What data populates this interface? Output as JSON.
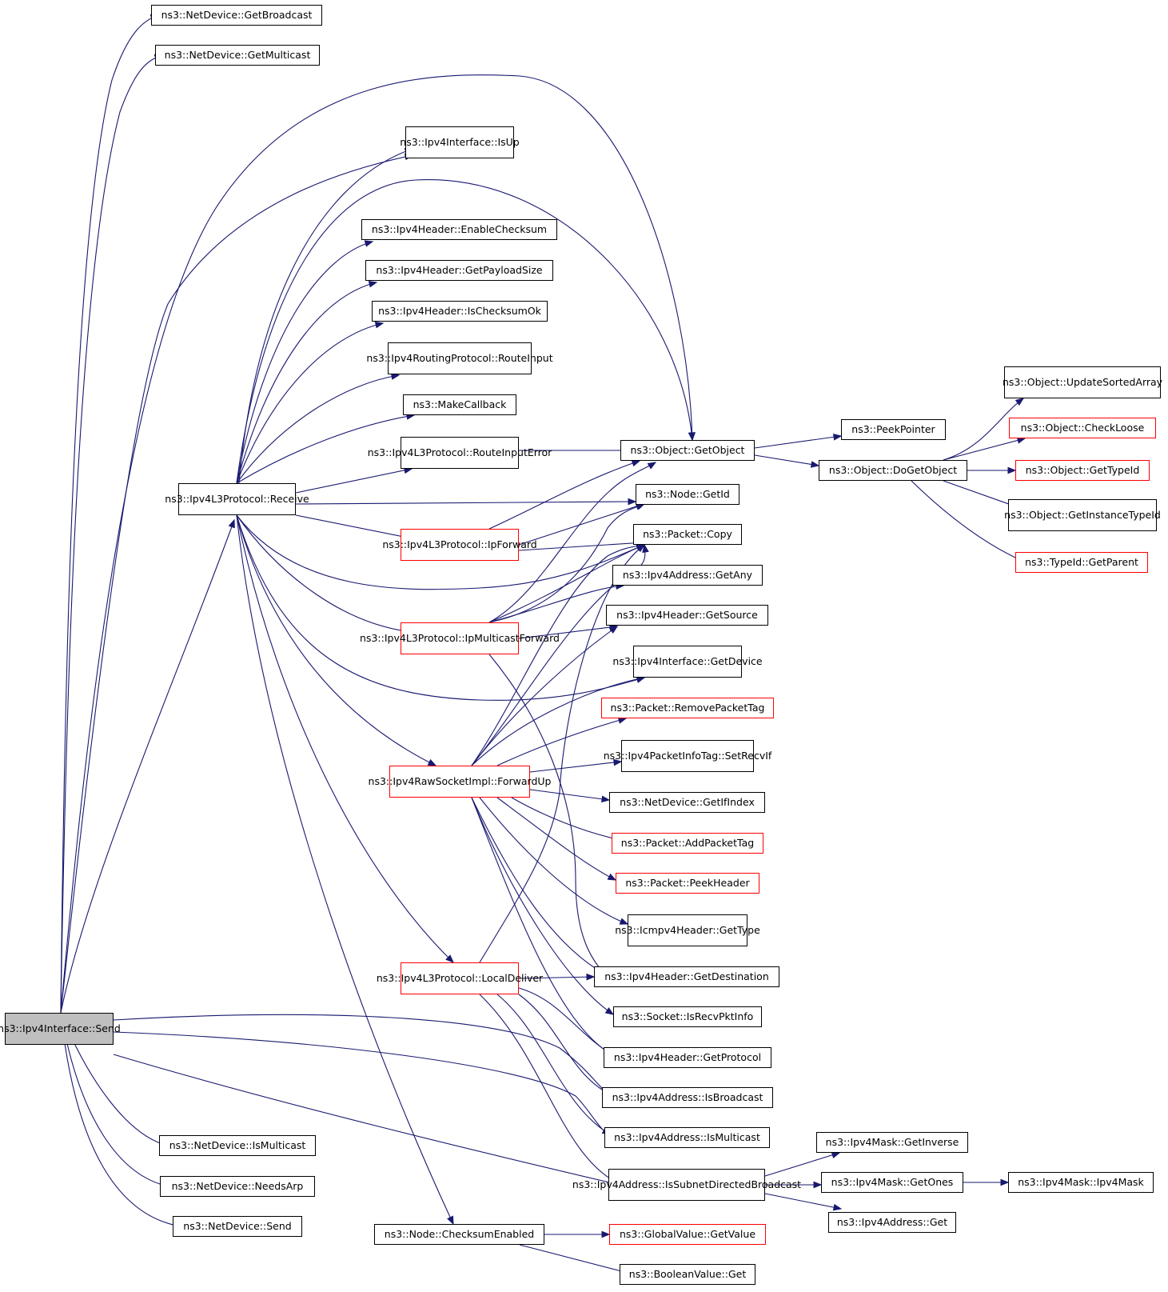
{
  "colors": {
    "edge": "#191970",
    "node_border": "#000000",
    "incomplete_border": "#ff0000",
    "root_fill": "#bfbfbf"
  },
  "nodes": {
    "root": {
      "lines": [
        "ns3::Ipv4Interface",
        "::Send"
      ]
    },
    "nd_getbroadcast": {
      "lines": [
        "ns3::NetDevice::GetBroadcast"
      ]
    },
    "nd_getmulticast": {
      "lines": [
        "ns3::NetDevice::GetMulticast"
      ]
    },
    "iface_isup": {
      "lines": [
        "ns3::Ipv4Interface",
        "::IsUp"
      ]
    },
    "hdr_enablechecksum": {
      "lines": [
        "ns3::Ipv4Header::EnableChecksum"
      ]
    },
    "hdr_getpayloadsize": {
      "lines": [
        "ns3::Ipv4Header::GetPayloadSize"
      ]
    },
    "hdr_ischecksumok": {
      "lines": [
        "ns3::Ipv4Header::IsChecksumOk"
      ]
    },
    "rp_routeinput": {
      "lines": [
        "ns3::Ipv4RoutingProtocol",
        "::RouteInput"
      ]
    },
    "makecallback": {
      "lines": [
        "ns3::MakeCallback"
      ]
    },
    "l3_routeinputerror": {
      "lines": [
        "ns3::Ipv4L3Protocol",
        "::RouteInputError"
      ]
    },
    "l3_receive": {
      "lines": [
        "ns3::Ipv4L3Protocol",
        "::Receive"
      ]
    },
    "l3_ipforward": {
      "lines": [
        "ns3::Ipv4L3Protocol",
        "::IpForward"
      ]
    },
    "l3_ipmulticastforward": {
      "lines": [
        "ns3::Ipv4L3Protocol",
        "::IpMulticastForward"
      ]
    },
    "raw_forwardup": {
      "lines": [
        "ns3::Ipv4RawSocketImpl",
        "::ForwardUp"
      ]
    },
    "l3_localdeliver": {
      "lines": [
        "ns3::Ipv4L3Protocol",
        "::LocalDeliver"
      ]
    },
    "nd_ismulticast": {
      "lines": [
        "ns3::NetDevice::IsMulticast"
      ]
    },
    "nd_needsarp": {
      "lines": [
        "ns3::NetDevice::NeedsArp"
      ]
    },
    "nd_send": {
      "lines": [
        "ns3::NetDevice::Send"
      ]
    },
    "node_checksumenabled": {
      "lines": [
        "ns3::Node::ChecksumEnabled"
      ]
    },
    "obj_getobject": {
      "lines": [
        "ns3::Object::GetObject"
      ]
    },
    "node_getid": {
      "lines": [
        "ns3::Node::GetId"
      ]
    },
    "pkt_copy": {
      "lines": [
        "ns3::Packet::Copy"
      ]
    },
    "addr_getany": {
      "lines": [
        "ns3::Ipv4Address::GetAny"
      ]
    },
    "hdr_getsource": {
      "lines": [
        "ns3::Ipv4Header::GetSource"
      ]
    },
    "iface_getdevice": {
      "lines": [
        "ns3::Ipv4Interface",
        "::GetDevice"
      ]
    },
    "pkt_removepackettag": {
      "lines": [
        "ns3::Packet::RemovePacketTag"
      ]
    },
    "pit_setrecvif": {
      "lines": [
        "ns3::Ipv4PacketInfoTag",
        "::SetRecvIf"
      ]
    },
    "nd_getifindex": {
      "lines": [
        "ns3::NetDevice::GetIfIndex"
      ]
    },
    "pkt_addpackettag": {
      "lines": [
        "ns3::Packet::AddPacketTag"
      ]
    },
    "pkt_peekheader": {
      "lines": [
        "ns3::Packet::PeekHeader"
      ]
    },
    "icmp_gettype": {
      "lines": [
        "ns3::Icmpv4Header:",
        ":GetType"
      ]
    },
    "hdr_getdestination": {
      "lines": [
        "ns3::Ipv4Header::GetDestination"
      ]
    },
    "sock_isrecvpktinfo": {
      "lines": [
        "ns3::Socket::IsRecvPktInfo"
      ]
    },
    "hdr_getprotocol": {
      "lines": [
        "ns3::Ipv4Header::GetProtocol"
      ]
    },
    "addr_isbroadcast": {
      "lines": [
        "ns3::Ipv4Address::IsBroadcast"
      ]
    },
    "addr_ismulticast": {
      "lines": [
        "ns3::Ipv4Address::IsMulticast"
      ]
    },
    "addr_issubnetdirectedbroadcast": {
      "lines": [
        "ns3::Ipv4Address::IsSubnet",
        "DirectedBroadcast"
      ]
    },
    "gv_getvalue": {
      "lines": [
        "ns3::GlobalValue::GetValue"
      ]
    },
    "bv_get": {
      "lines": [
        "ns3::BooleanValue::Get"
      ]
    },
    "peekpointer": {
      "lines": [
        "ns3::PeekPointer"
      ]
    },
    "obj_dogetobject": {
      "lines": [
        "ns3::Object::DoGetObject"
      ]
    },
    "obj_updatesortedarray": {
      "lines": [
        "ns3::Object::UpdateSorted",
        "Array"
      ]
    },
    "obj_checkloose": {
      "lines": [
        "ns3::Object::CheckLoose"
      ]
    },
    "obj_gettypeid": {
      "lines": [
        "ns3::Object::GetTypeId"
      ]
    },
    "obj_getinstancetypeid": {
      "lines": [
        "ns3::Object::GetInstance",
        "TypeId"
      ]
    },
    "tid_getparent": {
      "lines": [
        "ns3::TypeId::GetParent"
      ]
    },
    "mask_getinverse": {
      "lines": [
        "ns3::Ipv4Mask::GetInverse"
      ]
    },
    "mask_getones": {
      "lines": [
        "ns3::Ipv4Mask::GetOnes"
      ]
    },
    "addr_get": {
      "lines": [
        "ns3::Ipv4Address::Get"
      ]
    },
    "mask_ipv4mask": {
      "lines": [
        "ns3::Ipv4Mask::Ipv4Mask"
      ]
    }
  }
}
